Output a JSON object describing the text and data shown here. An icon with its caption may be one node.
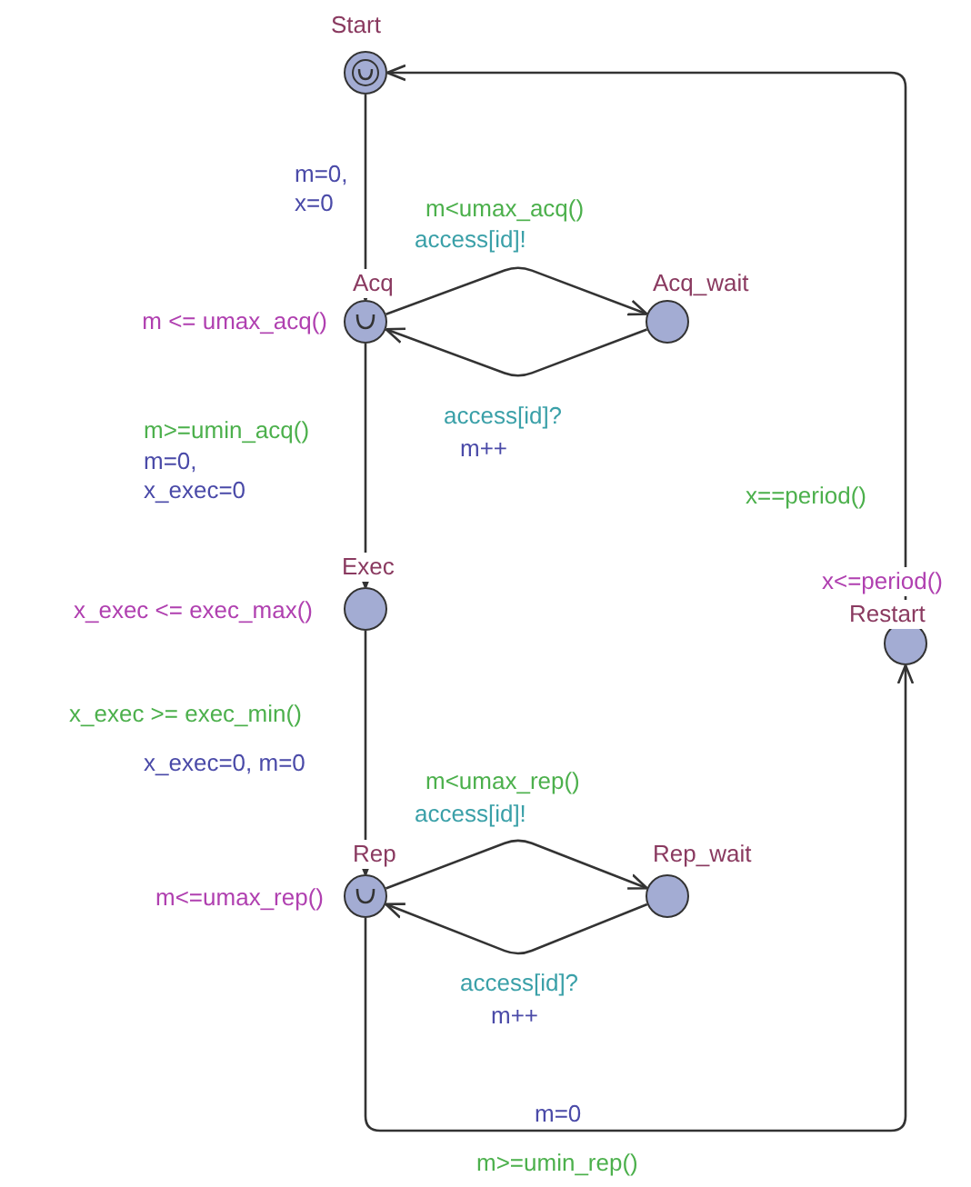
{
  "diagram": {
    "nodes": [
      {
        "text": [
          "Start"
        ]
      },
      {
        "text": [
          "Acq"
        ],
        "beside": [
          "m <= umax_acq()"
        ]
      },
      {
        "text": [
          "Acq_wait"
        ]
      },
      {
        "text": [
          "Exec"
        ],
        "beside": [
          "x_exec <= exec_max()"
        ]
      },
      {
        "text": [
          "Rep"
        ],
        "beside": [
          "m<=umax_rep()"
        ]
      },
      {
        "text": [
          "Rep_wait"
        ]
      },
      {
        "text": [
          "Restart"
        ],
        "beside": [
          "x<=period()"
        ]
      }
    ],
    "edges": [
      {
        "from": 0,
        "to": 1,
        "arrow": "to"
      },
      {
        "from": 1,
        "to": 2,
        "arrow": "to"
      },
      {
        "from": 2,
        "to": 1,
        "arrow": "to"
      },
      {
        "from": 1,
        "to": 3,
        "arrow": "to"
      },
      {
        "from": 3,
        "to": 4,
        "arrow": "to"
      },
      {
        "from": 4,
        "to": 5,
        "arrow": "to"
      },
      {
        "from": 5,
        "to": 4,
        "arrow": "to"
      },
      {
        "from": 4,
        "to": 6,
        "arrow": "to"
      },
      {
        "from": 6,
        "to": 0,
        "arrow": "to"
      }
    ],
    "labels": [
      "m=0, x=0",
      "m<umax_acq()",
      "access[id]!",
      "access[id]?",
      "m++",
      "m>=umin_acq()",
      "m=0, x_exec=0",
      "x==period()",
      "x_exec >= exec_min()",
      "x_exec=0, m=0",
      "m<umax_rep()",
      "access[id]!",
      "access[id]?",
      "m++",
      "m=0",
      "m>=umin_rep()"
    ]
  }
}
